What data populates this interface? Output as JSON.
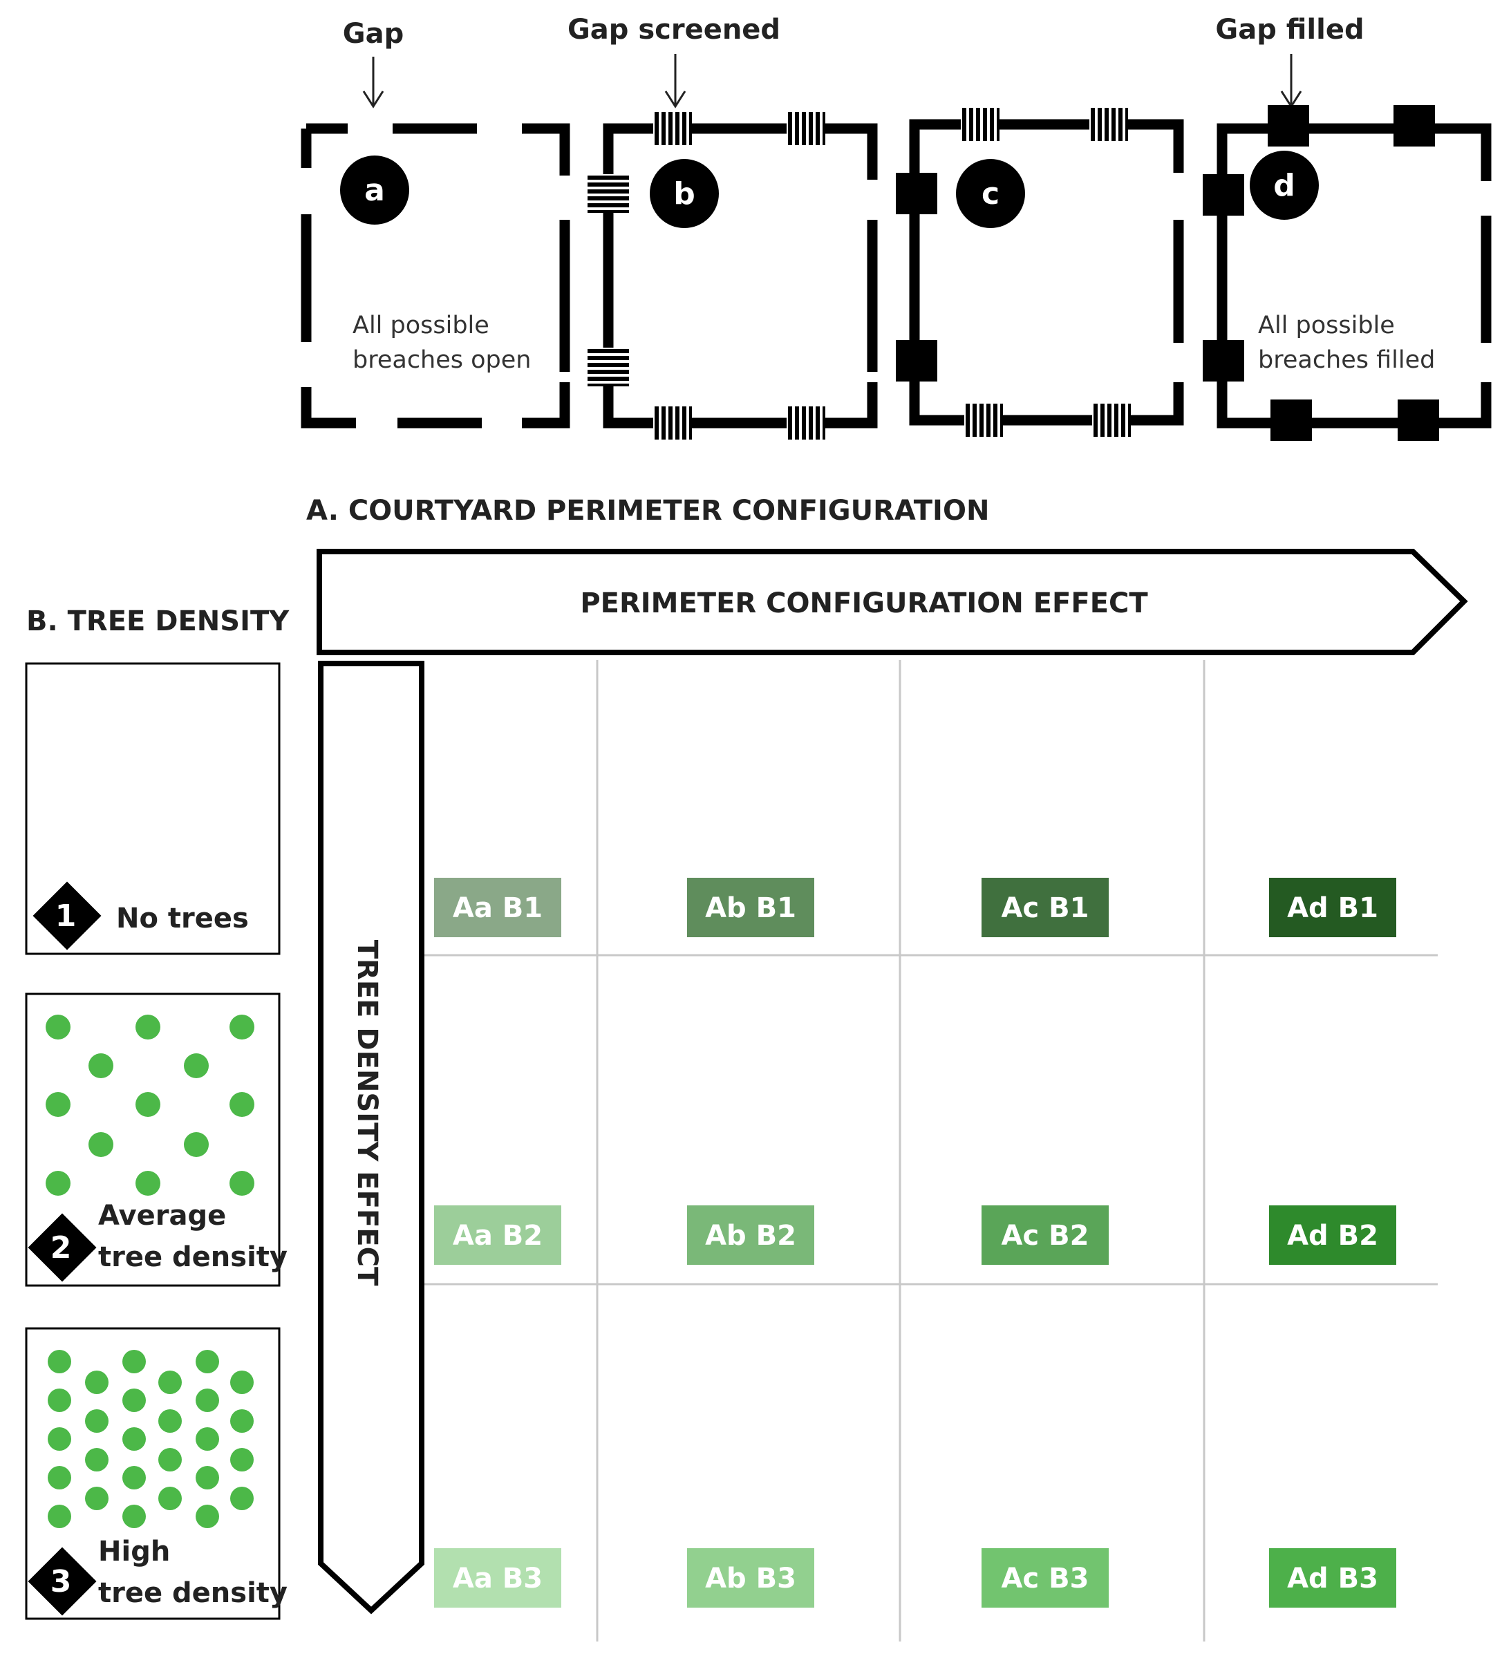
{
  "labels": {
    "gap": "Gap",
    "gap_screened": "Gap screened",
    "gap_filled": "Gap filled",
    "section_a": "A. COURTYARD PERIMETER CONFIGURATION",
    "section_b": "B. TREE DENSITY",
    "perimeter_effect": "PERIMETER CONFIGURATION EFFECT",
    "tree_density_effect": "TREE DENSITY EFFECT"
  },
  "courtyards": [
    {
      "key": "a",
      "note_line1": "All possible",
      "note_line2": "breaches open"
    },
    {
      "key": "b",
      "note_line1": "",
      "note_line2": ""
    },
    {
      "key": "c",
      "note_line1": "",
      "note_line2": ""
    },
    {
      "key": "d",
      "note_line1": "All possible",
      "note_line2": "breaches filled"
    }
  ],
  "densities": [
    {
      "num": "1",
      "line1": "No trees",
      "line2": ""
    },
    {
      "num": "2",
      "line1": "Average",
      "line2": "tree density"
    },
    {
      "num": "3",
      "line1": "High",
      "line2": "tree density"
    }
  ],
  "matrix": {
    "rows": [
      [
        "Aa B1",
        "Ab B1",
        "Ac B1",
        "Ad B1"
      ],
      [
        "Aa B2",
        "Ab B2",
        "Ac B2",
        "Ad B2"
      ],
      [
        "Aa B3",
        "Ab B3",
        "Ac B3",
        "Ad B3"
      ]
    ],
    "colors": [
      [
        "#8aa888",
        "#5f8d5c",
        "#40703e",
        "#245a22"
      ],
      [
        "#9cce9a",
        "#7ab878",
        "#5aa558",
        "#2e8a2c"
      ],
      [
        "#b2e0af",
        "#92d08f",
        "#72c46f",
        "#4db04a"
      ]
    ]
  },
  "colors": {
    "tree_green": "#4cb848",
    "grid_line": "#c8c8c8",
    "ink": "#000000"
  }
}
